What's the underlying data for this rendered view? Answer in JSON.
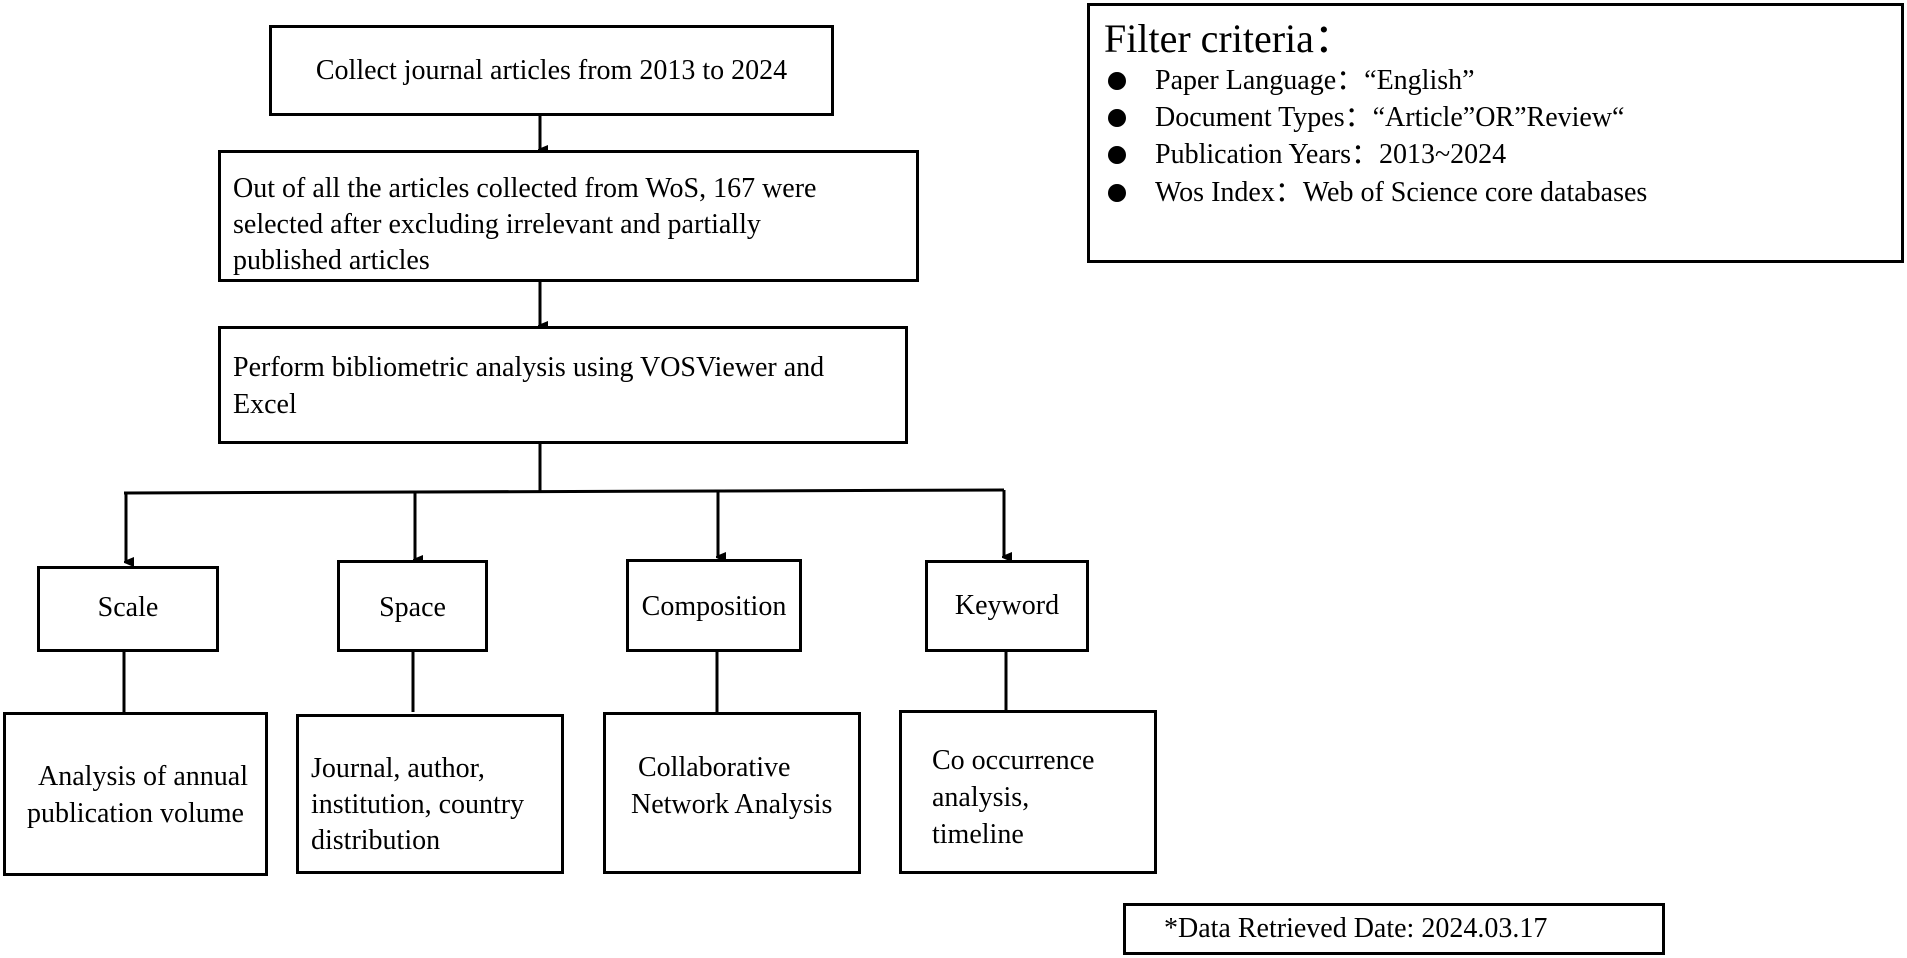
{
  "flow": {
    "step1": "Collect journal articles from 2013 to 2024",
    "step2_lines": [
      "Out of all the articles collected from WoS, 167 were",
      "selected after excluding irrelevant and partially",
      "published articles"
    ],
    "step3_lines": [
      "Perform bibliometric analysis using VOSViewer and",
      "Excel"
    ],
    "categories": [
      {
        "label": "Scale",
        "detail_lines": [
          "Analysis of annual",
          "publication volume"
        ]
      },
      {
        "label": "Space",
        "detail_lines": [
          "Journal, author,",
          "institution, country",
          "distribution"
        ]
      },
      {
        "label": "Composition",
        "detail_lines": [
          "Collaborative",
          "Network Analysis"
        ]
      },
      {
        "label": "Keyword",
        "detail_lines": [
          "Co occurrence",
          "analysis,",
          "timeline"
        ]
      }
    ]
  },
  "filter": {
    "title": "Filter criteria：",
    "items": [
      "Paper Language：“English”",
      "Document Types：“Article”OR”Review“",
      "Publication Years：2013~2024",
      "Wos Index：Web of Science core databases"
    ]
  },
  "note": "*Data Retrieved Date: 2024.03.17"
}
